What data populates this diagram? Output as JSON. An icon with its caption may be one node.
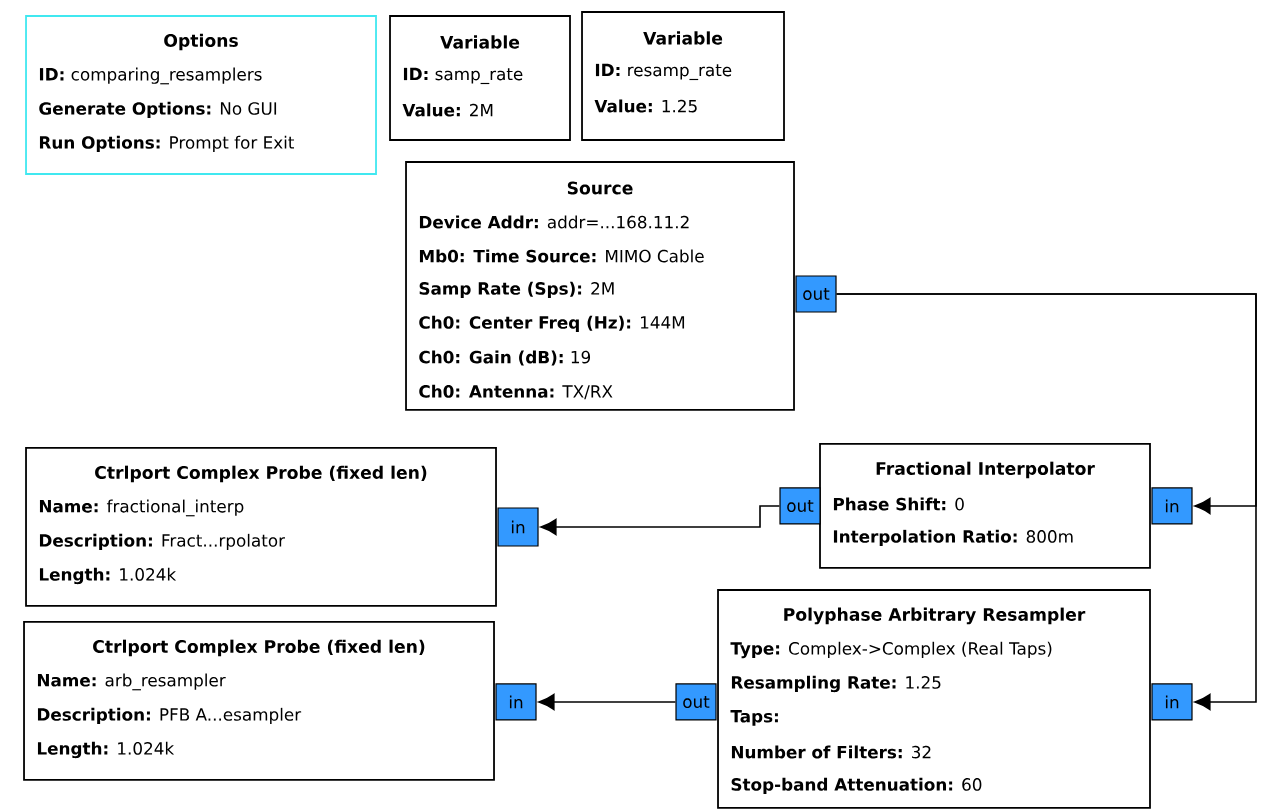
{
  "diagram": {
    "nodes": [
      {
        "text": [
          "Options",
          "**ID:** comparing_resamplers",
          "**Generate Options:** No GUI",
          "**Run Options:** Prompt for Exit"
        ]
      },
      {
        "text": [
          "Variable",
          "**ID:** samp_rate",
          "**Value:** 2M"
        ]
      },
      {
        "text": [
          "Variable",
          "**ID:** resamp_rate",
          "**Value:** 1.25"
        ]
      },
      {
        "text": [
          "Source",
          "**Device Addr:** addr=...168.11.2",
          "**Mb0: Time Source:** MIMO Cable",
          "**Samp Rate (Sps):** 2M",
          "**Ch0: Center Freq (Hz):** 144M",
          "**Ch0: Gain (dB):** 19",
          "**Ch0: Antenna:** TX/RX"
        ]
      },
      {
        "text": [
          "out"
        ]
      },
      {
        "text": [
          "Fractional Interpolator",
          "**Phase Shift:** 0",
          "**Interpolation Ratio:** 800m"
        ]
      },
      {
        "text": [
          "in"
        ]
      },
      {
        "text": [
          "out"
        ]
      },
      {
        "text": [
          "Ctrlport Complex Probe (fixed len)",
          "**Name:** fractional_interp",
          "**Description:** Fract...rpolator",
          "**Length:** 1.024k"
        ]
      },
      {
        "text": [
          "in"
        ]
      },
      {
        "text": [
          "Ctrlport Complex Probe (fixed len)",
          "**Name:** arb_resampler",
          "**Description:** PFB A...esampler",
          "**Length:** 1.024k"
        ]
      },
      {
        "text": [
          "in"
        ]
      },
      {
        "text": [
          "Polyphase Arbitrary Resampler",
          "**Type:** Complex->Complex (Real Taps)",
          "**Resampling Rate:** 1.25",
          "**Taps:**",
          "**Number of Filters:** 32",
          "**Stop-band Attenuation:** 60"
        ]
      },
      {
        "text": [
          "out"
        ]
      },
      {
        "text": [
          "in"
        ]
      }
    ],
    "edges": [
      {
        "from": 4,
        "to": 6,
        "arrow": "to"
      },
      {
        "from": 4,
        "to": 14,
        "arrow": "to"
      },
      {
        "from": 7,
        "to": 9,
        "arrow": "to"
      },
      {
        "from": 13,
        "to": 11,
        "arrow": "to"
      }
    ]
  }
}
